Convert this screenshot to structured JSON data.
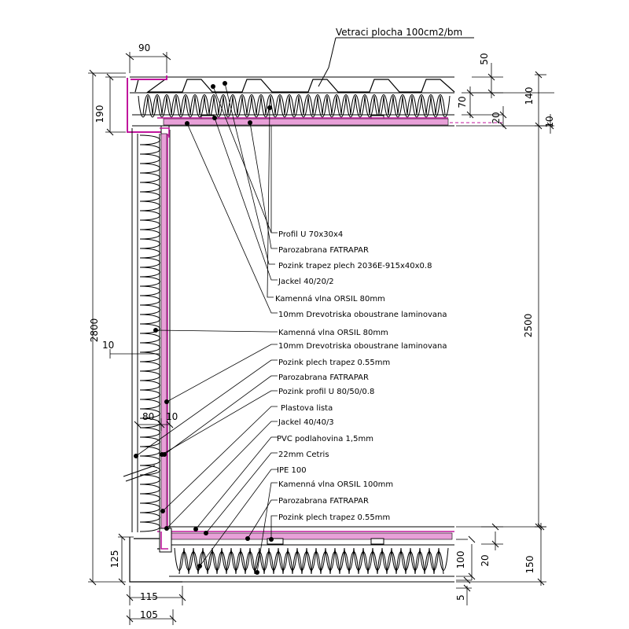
{
  "title": "Vetraci plocha 100cm2/bm",
  "roof_labels": [
    "Profil U 70x30x4",
    "Parozabrana FATRAPAR",
    "Pozink trapez plech 2036E-915x40x0.8",
    "Jackel 40/20/2",
    "Kamenná vlna ORSIL 80mm",
    "10mm   Drevotriska oboustrane laminovana"
  ],
  "wall_floor_labels": [
    "Kamenná vlna ORSIL 80mm",
    "10mm   Drevotriska oboustrane laminovana",
    "Pozink plech trapez 0.55mm",
    "Parozabrana FATRAPAR",
    "Pozink profil U 80/50/0.8",
    "Plastova lista",
    "Jackel 40/40/3",
    "PVC podlahovina 1,5mm",
    "22mm   Cetris",
    "IPE 100",
    "Kamenná vlna ORSIL 100mm",
    "Parozabrana FATRAPAR",
    "Pozink plech trapez 0.55mm"
  ],
  "dimensions": {
    "top_width": "90",
    "roof_height": "190",
    "total_height": "2800",
    "inner_height": "2500",
    "roof_trapez": "50",
    "roof_total": "140",
    "roof_insul": "70",
    "roof_board": "20",
    "roof_gap": "10",
    "wall_gap": "10",
    "wall_insul": "80",
    "wall_board": "10",
    "floor_height": "125",
    "floor_insul": "100",
    "floor_board": "20",
    "floor_total": "150",
    "floor_base": "5",
    "bottom_outer": "115",
    "bottom_inner": "105"
  },
  "colors": {
    "line": "#000000",
    "membrane": "#c0169c",
    "hatch": "#e8a0d8"
  }
}
